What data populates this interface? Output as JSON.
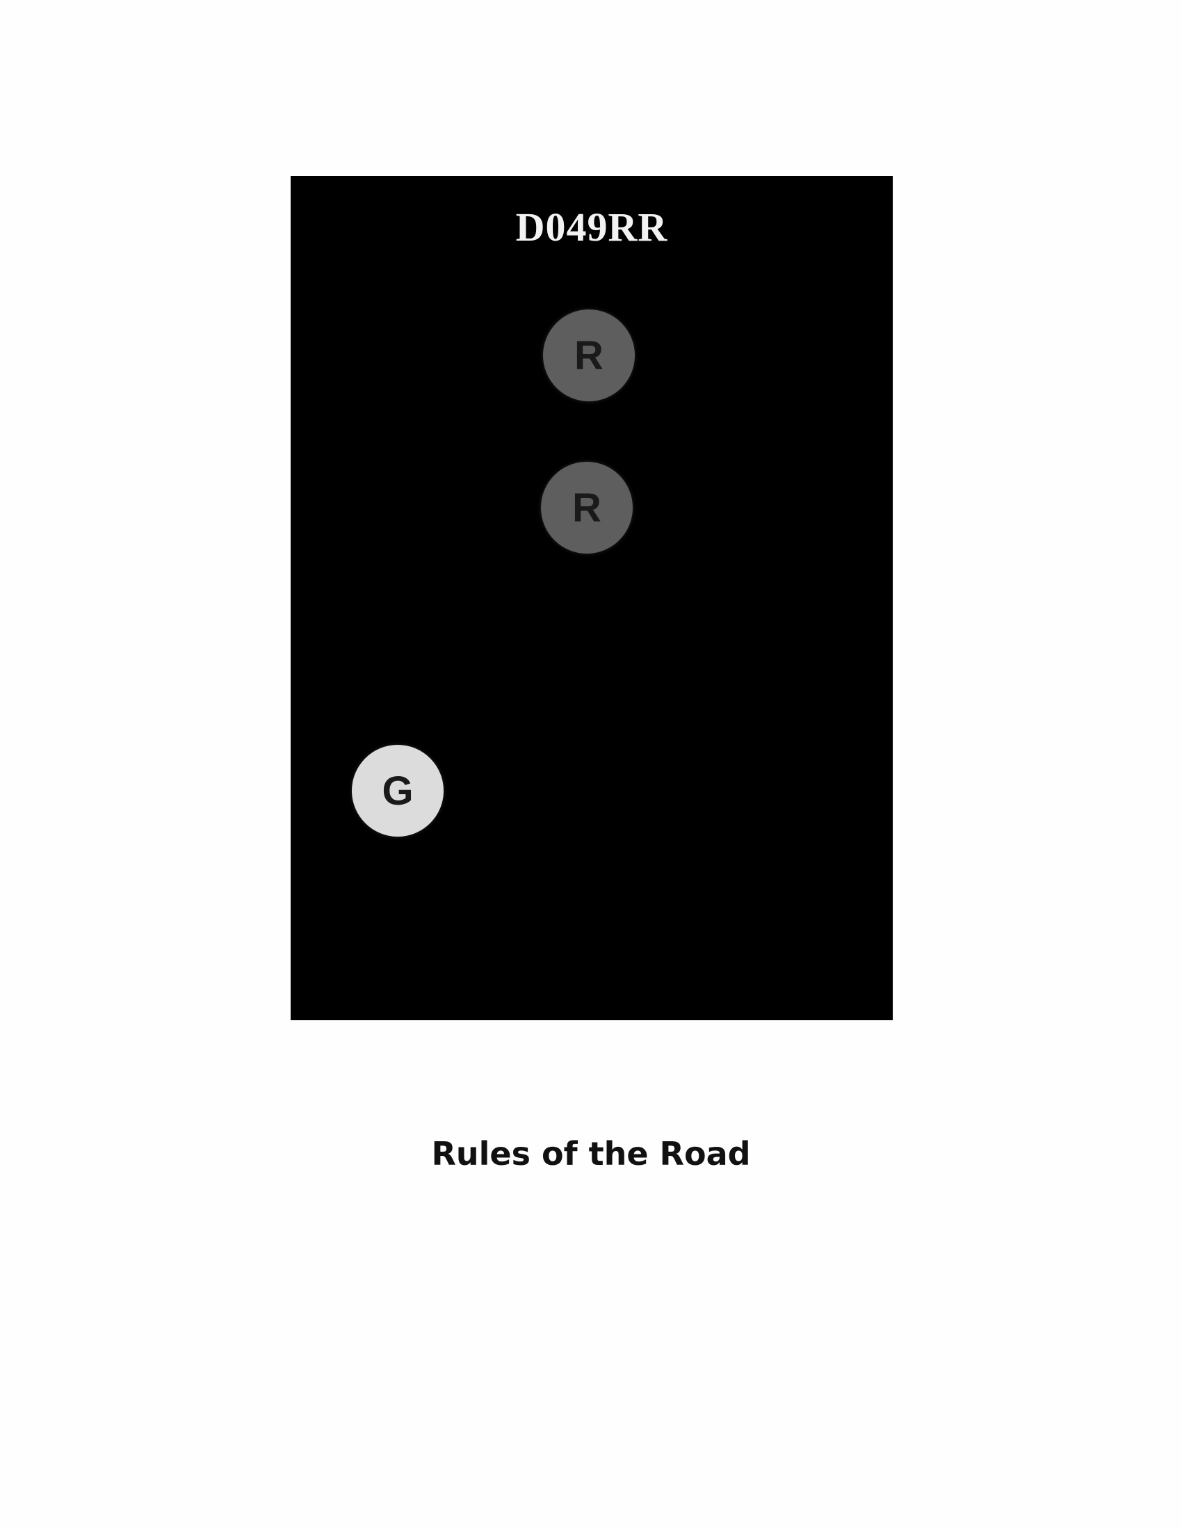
{
  "figure": {
    "code": "D049RR",
    "background": "#000000",
    "lights": [
      {
        "label": "R",
        "state": "dim",
        "color": "#5e5e5e"
      },
      {
        "label": "R",
        "state": "dim",
        "color": "#5e5e5e"
      },
      {
        "label": "G",
        "state": "lit",
        "color": "#dcdcdc"
      }
    ]
  },
  "caption": "Rules of the Road"
}
